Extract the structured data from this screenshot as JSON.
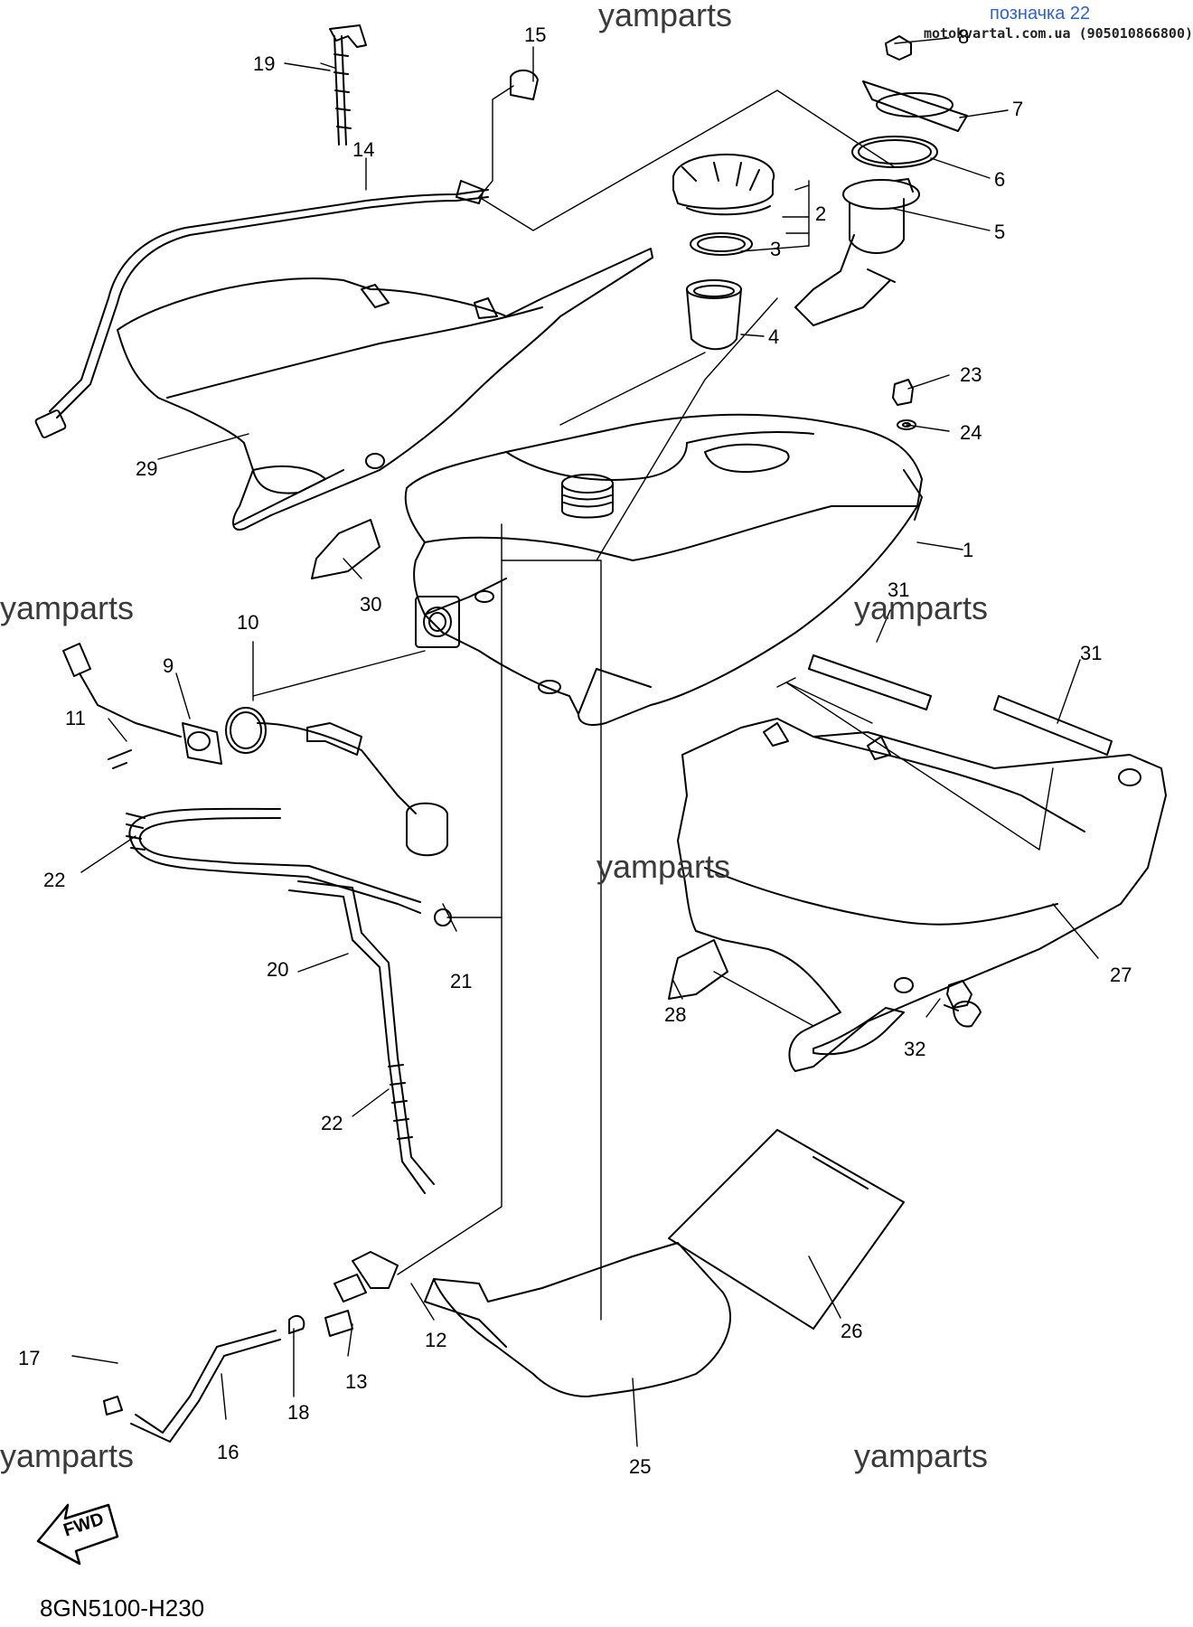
{
  "header": {
    "title": "позначка 22",
    "site": "motokvartal.com.ua (905010866800)"
  },
  "watermarks": [
    "yamparts",
    "yamparts",
    "yamparts",
    "yamparts",
    "yamparts",
    "yamparts"
  ],
  "diagram_code": "8GN5100-H230",
  "fwd_label": "FWD",
  "callouts": {
    "p1": "1",
    "p2": "2",
    "p3": "3",
    "p4": "4",
    "p5": "5",
    "p6": "6",
    "p7": "7",
    "p8": "8",
    "p9": "9",
    "p10": "10",
    "p11": "11",
    "p12": "12",
    "p13": "13",
    "p14": "14",
    "p15": "15",
    "p16": "16",
    "p17": "17",
    "p18": "18",
    "p19": "19",
    "p20": "20",
    "p21": "21",
    "p22a": "22",
    "p22b": "22",
    "p23": "23",
    "p24": "24",
    "p25": "25",
    "p26": "26",
    "p27": "27",
    "p28": "28",
    "p29": "29",
    "p30": "30",
    "p31a": "31",
    "p31b": "31",
    "p32": "32"
  }
}
